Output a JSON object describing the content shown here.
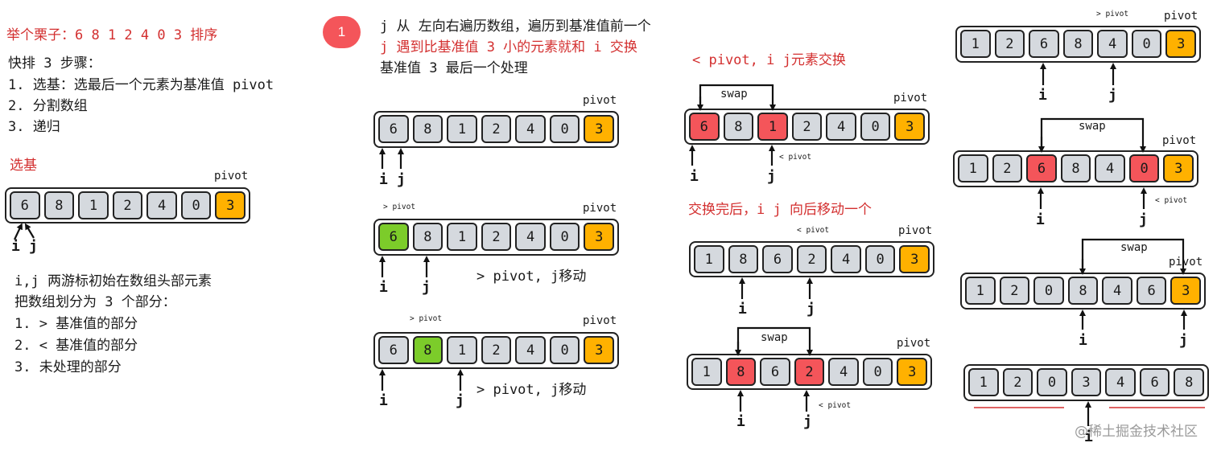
{
  "col1": {
    "example": "举个栗子：6 8 1 2 4 0 3 排序",
    "steps_title": "快排 3 步骤：",
    "step1": "1. 选基：选最后一个元素为基准值 pivot",
    "step2": "2. 分割数组",
    "step3": "3. 递归",
    "select_label": "选基",
    "pivot": "pivot",
    "array": [
      "6",
      "8",
      "1",
      "2",
      "4",
      "0",
      "3"
    ],
    "i": "i",
    "j": "j",
    "note1": "i,j 两游标初始在数组头部元素",
    "note2": "把数组划分为 3 个部分：",
    "part1": "1. > 基准值的部分",
    "part2": "2. < 基准值的部分",
    "part3": "3. 未处理的部分"
  },
  "col2": {
    "badge": "1",
    "line1": "j 从 左向右遍历数组，遍历到基准值前一个",
    "line2": "j 遇到比基准值 3 小的元素就和 i 交换",
    "line3": "基准值 3 最后一个处理",
    "pivot": "pivot",
    "gt_pivot": "> pivot",
    "move_j": "> pivot, j移动",
    "i": "i",
    "j": "j",
    "arrays": [
      [
        "6",
        "8",
        "1",
        "2",
        "4",
        "0",
        "3"
      ],
      [
        "6",
        "8",
        "1",
        "2",
        "4",
        "0",
        "3"
      ],
      [
        "6",
        "8",
        "1",
        "2",
        "4",
        "0",
        "3"
      ]
    ]
  },
  "col3": {
    "title": "< pivot, i j元素交换",
    "swap": "swap",
    "pivot": "pivot",
    "lt_pivot": "< pivot",
    "after_swap": "交换完后，i j 向后移动一个",
    "i": "i",
    "j": "j",
    "arrays": [
      [
        "6",
        "8",
        "1",
        "2",
        "4",
        "0",
        "3"
      ],
      [
        "1",
        "8",
        "6",
        "2",
        "4",
        "0",
        "3"
      ],
      [
        "1",
        "8",
        "6",
        "2",
        "4",
        "0",
        "3"
      ]
    ]
  },
  "col4": {
    "gt_pivot": "> pivot",
    "pivot": "pivot",
    "swap": "swap",
    "lt_pivot": "< pivot",
    "i": "i",
    "j": "j",
    "arrays": [
      [
        "1",
        "2",
        "6",
        "8",
        "4",
        "0",
        "3"
      ],
      [
        "1",
        "2",
        "6",
        "8",
        "4",
        "0",
        "3"
      ],
      [
        "1",
        "2",
        "0",
        "8",
        "4",
        "6",
        "3"
      ],
      [
        "1",
        "2",
        "0",
        "3",
        "4",
        "6",
        "8"
      ]
    ]
  },
  "watermark": "@稀土掘金技术社区",
  "colors": {
    "red": "#f4555a",
    "orange": "#ffb100",
    "green": "#7ccc2a",
    "gray": "#d5d9de"
  }
}
